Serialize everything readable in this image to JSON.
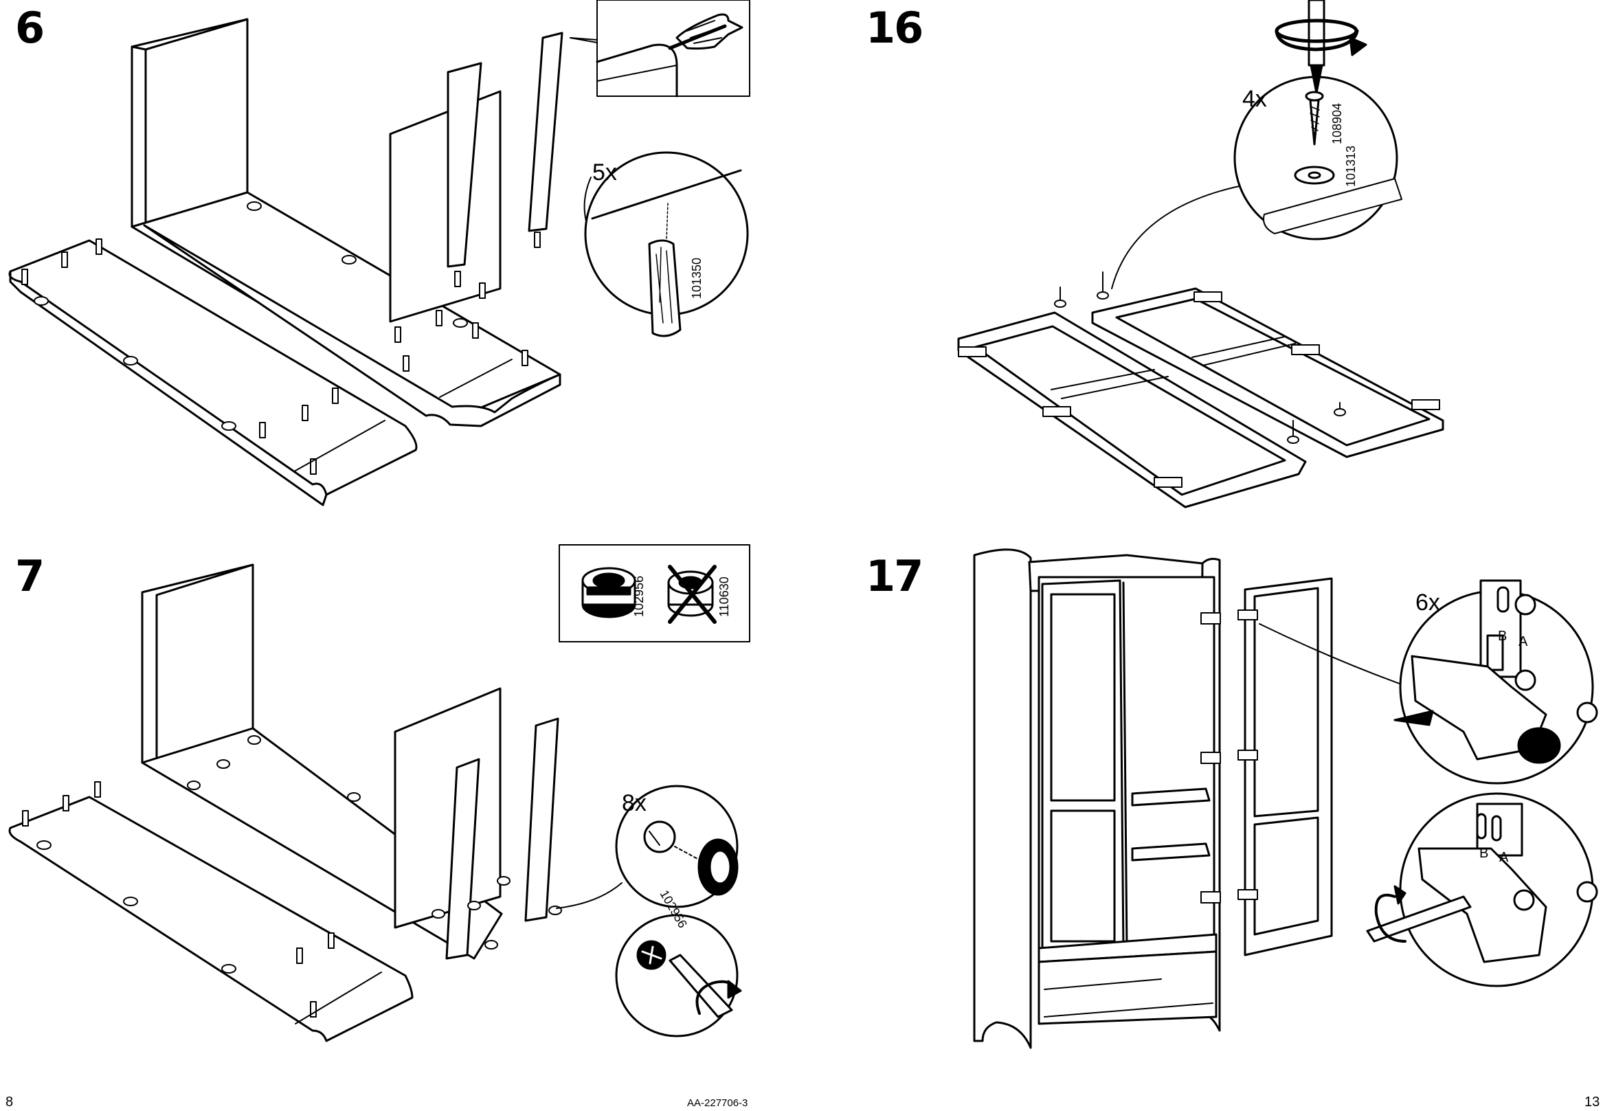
{
  "steps": [
    {
      "number": "6",
      "quantity": "5x",
      "part": "101350"
    },
    {
      "number": "7",
      "quantity": "8x",
      "part": "102956",
      "parts_box": [
        "102956",
        "110630"
      ]
    },
    {
      "number": "16",
      "quantity": "4x",
      "parts": [
        "108904",
        "101313"
      ]
    },
    {
      "number": "17",
      "quantity": "6x",
      "hinge_labels": [
        "B",
        "A",
        "B",
        "A"
      ]
    }
  ],
  "footer": {
    "left_page": "8",
    "doc_code": "AA-227706-3",
    "right_page": "13"
  },
  "icons": [
    "warning-hand-icon",
    "cam-lock-icon",
    "crossed-cam-lock-icon",
    "screwdriver-icon",
    "rotate-arrow-icon",
    "dowel-icon",
    "screw-icon",
    "washer-icon",
    "hinge-icon"
  ]
}
